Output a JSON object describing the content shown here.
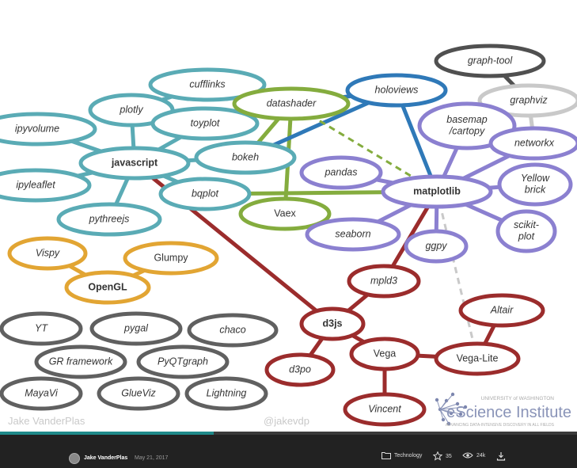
{
  "slide": {
    "nodes": [
      {
        "id": "cufflinks",
        "label": "cufflinks",
        "italic": true
      },
      {
        "id": "plotly",
        "label": "plotly",
        "italic": true
      },
      {
        "id": "toyplot",
        "label": "toyplot",
        "italic": true
      },
      {
        "id": "ipyvolume",
        "label": "ipyvolume",
        "italic": true
      },
      {
        "id": "javascript",
        "label": "javascript",
        "bold": true
      },
      {
        "id": "bokeh",
        "label": "bokeh",
        "italic": true
      },
      {
        "id": "ipyleaflet",
        "label": "ipyleaflet",
        "italic": true
      },
      {
        "id": "bqplot",
        "label": "bqplot",
        "italic": true
      },
      {
        "id": "pythreejs",
        "label": "pythreejs",
        "italic": true
      },
      {
        "id": "datashader",
        "label": "datashader",
        "italic": true
      },
      {
        "id": "holoviews",
        "label": "holoviews",
        "italic": true
      },
      {
        "id": "vaex",
        "label": "Vaex"
      },
      {
        "id": "graph-tool",
        "label": "graph-tool",
        "italic": true
      },
      {
        "id": "graphviz",
        "label": "graphviz",
        "italic": true
      },
      {
        "id": "basemap",
        "label": "basemap /cartopy",
        "italic": true
      },
      {
        "id": "networkx",
        "label": "networkx",
        "italic": true
      },
      {
        "id": "pandas",
        "label": "pandas",
        "italic": true
      },
      {
        "id": "matplotlib",
        "label": "matplotlib",
        "bold": true
      },
      {
        "id": "yellowbrick",
        "label": "Yellow brick",
        "italic": true
      },
      {
        "id": "seaborn",
        "label": "seaborn",
        "italic": true
      },
      {
        "id": "ggpy",
        "label": "ggpy",
        "italic": true
      },
      {
        "id": "scikit-plot",
        "label": "scikit- plot",
        "italic": true
      },
      {
        "id": "vispy",
        "label": "Vispy",
        "italic": true
      },
      {
        "id": "glumpy",
        "label": "Glumpy"
      },
      {
        "id": "opengl",
        "label": "OpenGL",
        "bold": true
      },
      {
        "id": "mpld3",
        "label": "mpld3",
        "italic": true
      },
      {
        "id": "altair",
        "label": "Altair",
        "italic": true
      },
      {
        "id": "d3js",
        "label": "d3js",
        "bold": true
      },
      {
        "id": "vega",
        "label": "Vega"
      },
      {
        "id": "vega-lite",
        "label": "Vega-Lite"
      },
      {
        "id": "d3po",
        "label": "d3po",
        "italic": true
      },
      {
        "id": "vincent",
        "label": "Vincent",
        "italic": true
      },
      {
        "id": "yt",
        "label": "YT",
        "italic": true
      },
      {
        "id": "pygal",
        "label": "pygal",
        "italic": true
      },
      {
        "id": "chaco",
        "label": "chaco",
        "italic": true
      },
      {
        "id": "gr",
        "label": "GR framework",
        "italic": true
      },
      {
        "id": "pyqtgraph",
        "label": "PyQTgraph",
        "italic": true
      },
      {
        "id": "mayavi",
        "label": "MayaVi",
        "italic": true
      },
      {
        "id": "glueviz",
        "label": "GlueViz",
        "italic": true
      },
      {
        "id": "lightning",
        "label": "Lightning",
        "italic": true
      }
    ],
    "footer_author": "Jake VanderPlas",
    "footer_handle": "@jakevdp",
    "logo": {
      "top": "UNIVERSITY of WASHINGTON",
      "name": "eScience Institute",
      "tagline": "ADVANCING DATA-INTENSIVE DISCOVERY IN ALL FIELDS"
    },
    "colors": {
      "javascript": "#5aabb5",
      "matplotlib": "#8b80d0",
      "d3js": "#9b2c2c",
      "opengl": "#e2a533",
      "misc": "#606060",
      "holoviews": "#2f79b8",
      "datashader": "#84ac3e",
      "graph": "#505050",
      "graphviz": "#c9c9c9"
    }
  },
  "progress": 0.37,
  "bar": {
    "author": "Jake VanderPlas",
    "date": "May 21, 2017",
    "category": "Technology",
    "stars": "35",
    "views": "24k",
    "category_icon": "folder-icon",
    "stars_icon": "star-icon",
    "views_icon": "eye-icon",
    "download_icon": "download-icon"
  }
}
